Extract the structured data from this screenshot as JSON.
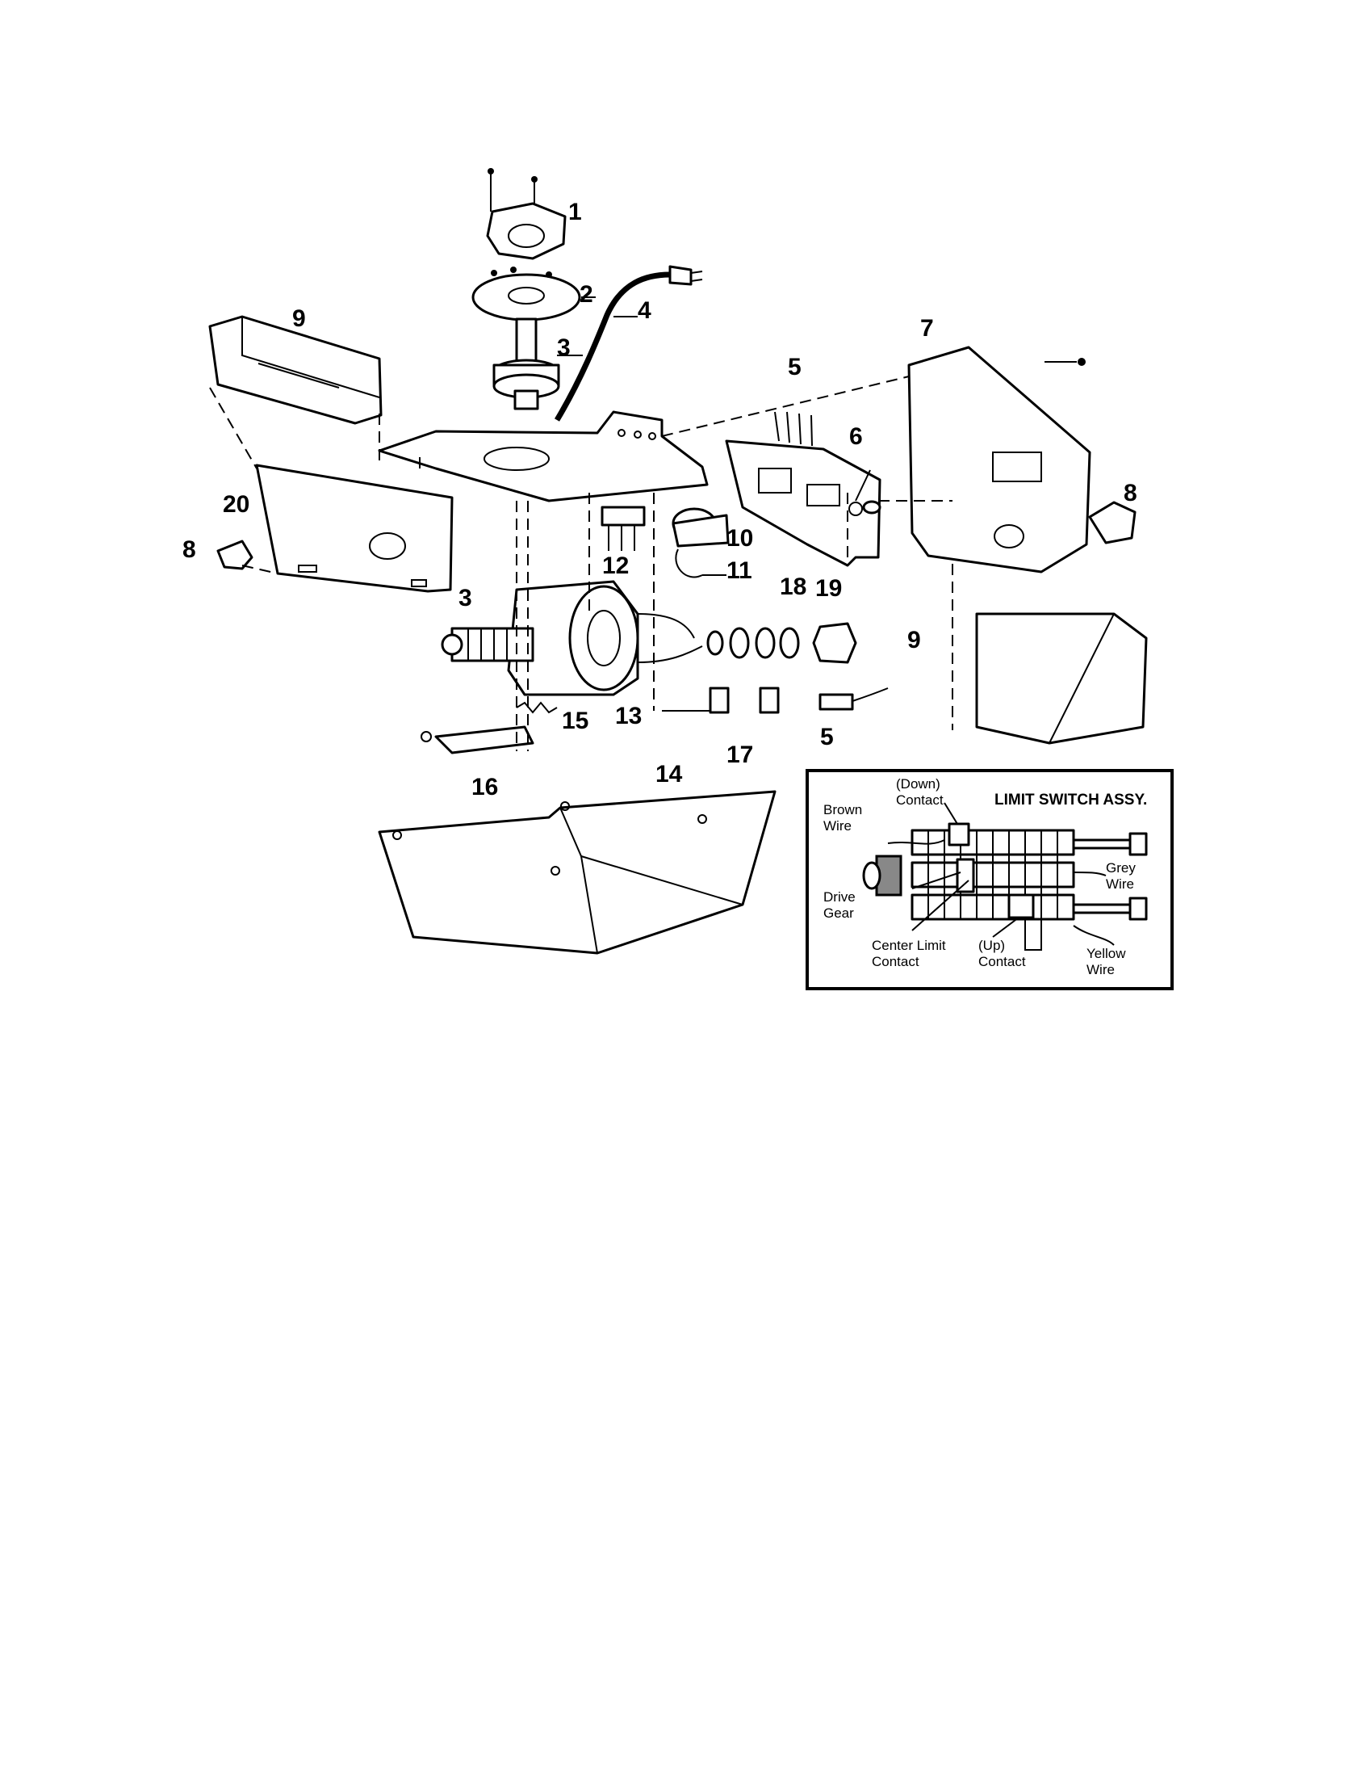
{
  "callouts": {
    "p1": "1",
    "p2": "2",
    "p3a": "3",
    "p3b": "3",
    "p4": "4",
    "p5a": "5",
    "p5b": "5",
    "p6": "6",
    "p7": "7",
    "p8a": "8",
    "p8b": "8",
    "p9a": "9",
    "p9b": "9",
    "p10": "10",
    "p11": "11",
    "p12": "12",
    "p13": "13",
    "p14": "14",
    "p15": "15",
    "p16": "16",
    "p17": "17",
    "p18": "18",
    "p19": "19",
    "p20": "20"
  },
  "inset": {
    "title": "LIMIT SWITCH ASSY.",
    "down_contact_1": "(Down)",
    "down_contact_2": "Contact",
    "brown_wire_1": "Brown",
    "brown_wire_2": "Wire",
    "grey_wire_1": "Grey",
    "grey_wire_2": "Wire",
    "drive_gear_1": "Drive",
    "drive_gear_2": "Gear",
    "center_limit_1": "Center Limit",
    "center_limit_2": "Contact",
    "up_contact_1": "(Up)",
    "up_contact_2": "Contact",
    "yellow_wire_1": "Yellow",
    "yellow_wire_2": "Wire"
  }
}
